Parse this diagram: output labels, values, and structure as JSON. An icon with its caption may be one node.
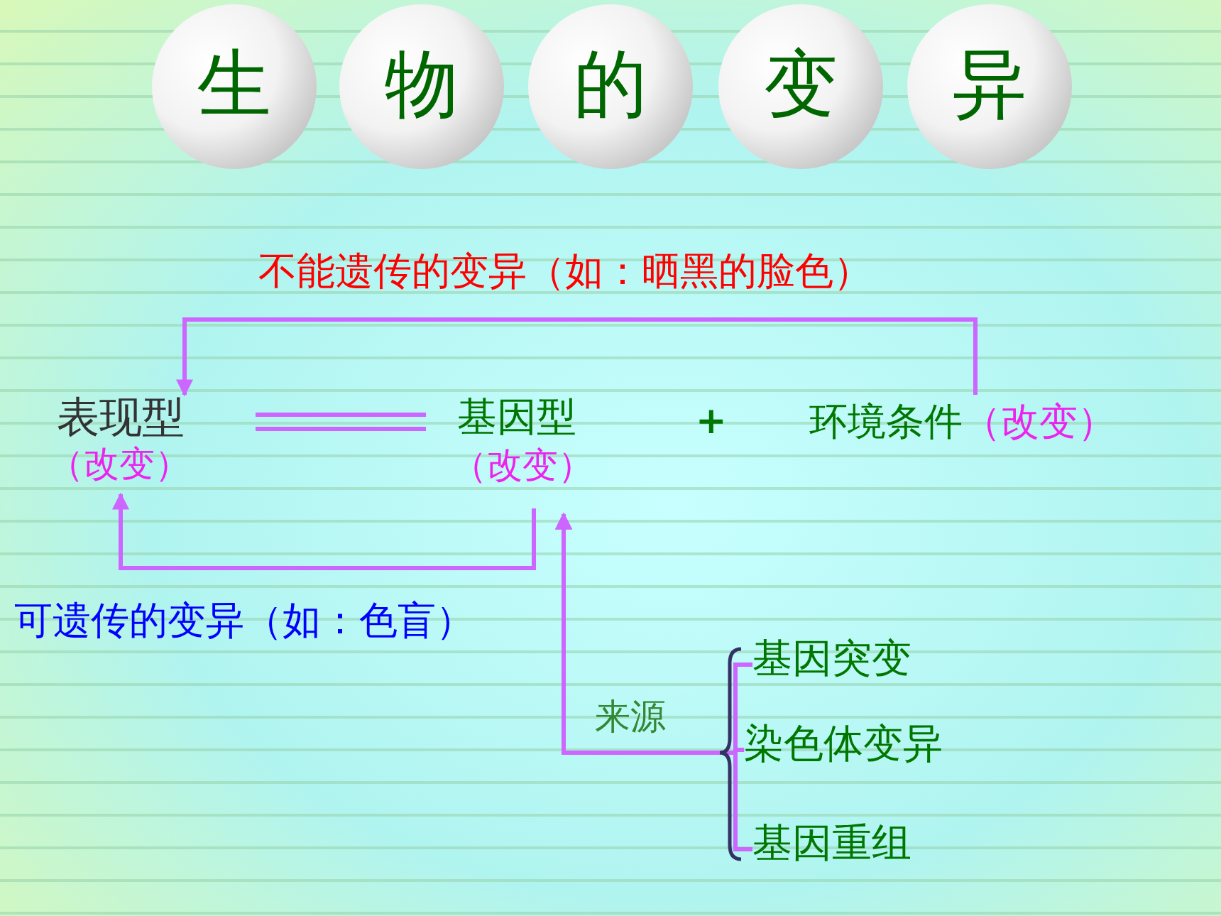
{
  "diagram": {
    "nodes": [
      {
        "text": [
          "生"
        ]
      },
      {
        "text": [
          "物"
        ]
      },
      {
        "text": [
          "的"
        ]
      },
      {
        "text": [
          "变"
        ]
      },
      {
        "text": [
          "异"
        ]
      },
      {
        "text": [
          "表现型",
          "（改变）"
        ]
      },
      {
        "text": [
          "基因型",
          "（改变）"
        ]
      },
      {
        "text": [
          "环境条件",
          "（改变）"
        ]
      },
      {
        "text": [
          "基因突变"
        ]
      },
      {
        "text": [
          "染色体变异"
        ]
      },
      {
        "text": [
          "基因重组"
        ]
      }
    ],
    "edges": [
      {
        "from": 7,
        "to": 5,
        "arrow": "to",
        "label": "不能遗传的变异（如：晒黑的脸色）"
      },
      {
        "from": 6,
        "to": 5,
        "arrow": "to",
        "label": "可遗传的变异（如：色盲）"
      },
      {
        "from": 5,
        "to": 6,
        "arrow": "none"
      },
      {
        "from": 8,
        "to": 6,
        "arrow": "to"
      },
      {
        "from": 9,
        "to": 6,
        "arrow": "to",
        "label": "来源"
      },
      {
        "from": 10,
        "to": 6,
        "arrow": "to"
      }
    ],
    "labels": [
      "+"
    ]
  }
}
